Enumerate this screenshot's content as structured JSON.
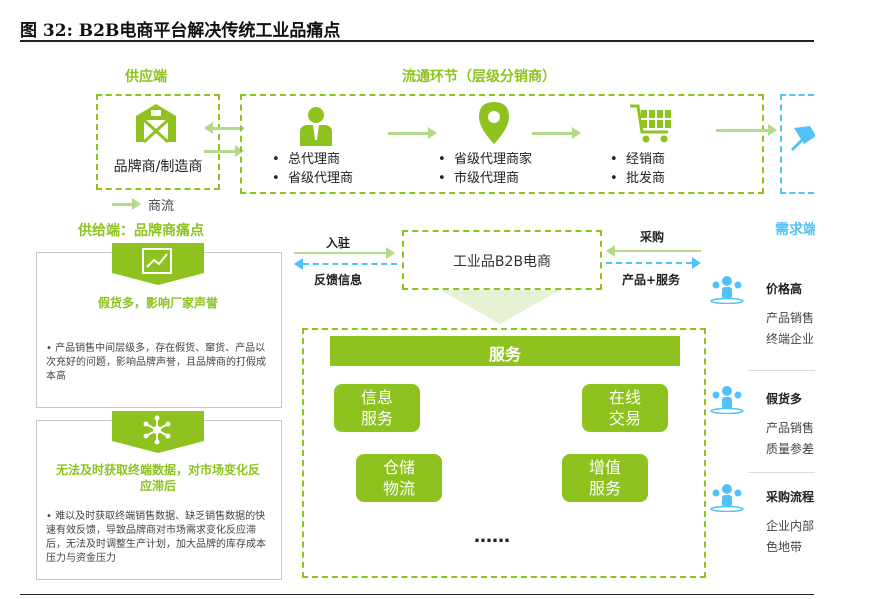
{
  "title": "图  32:  B2B电商平台解决传统工业品痛点",
  "supply": {
    "header": "供应端",
    "label": "品牌商/制造商",
    "flow_label": "商流"
  },
  "circulation": {
    "header": "流通环节（层级分销商）",
    "groups": [
      {
        "items": [
          "总代理商",
          "省级代理商"
        ]
      },
      {
        "items": [
          "省级代理商家",
          "市级代理商"
        ]
      },
      {
        "items": [
          "经销商",
          "批发商"
        ]
      }
    ]
  },
  "demand": {
    "header": "需求端"
  },
  "platform": {
    "label": "工业品B2B电商",
    "left_top": "入驻",
    "left_bottom": "反馈信息",
    "right_top": "采购",
    "right_bottom": "产品+服务"
  },
  "pain_section": {
    "header": "供给端：品牌商痛点",
    "panels": [
      {
        "head": "假货多，影响厂家声誉",
        "text": "产品销售中间层级多，存在假货、窜货、产品以次充好的问题，影响品牌声誉，且品牌商的打假成本高"
      },
      {
        "head": "无法及时获取终端数据，对市场变化反应滞后",
        "text": "难以及时获取终端销售数据、缺乏销售数据的快速有效反馈，导致品牌商对市场需求变化反应滞后，无法及时调整生产计划，加大品牌的库存成本压力与资金压力"
      }
    ]
  },
  "services": {
    "header": "服务",
    "items": [
      "信息\n服务",
      "在线\n交易",
      "仓储\n物流",
      "增值\n服务"
    ],
    "more": "……"
  },
  "demand_pains": [
    {
      "head": "价格高",
      "lines": [
        "产品销售",
        "终端企业"
      ]
    },
    {
      "head": "假货多",
      "lines": [
        "产品销售",
        "质量参差"
      ]
    },
    {
      "head": "采购流程",
      "lines": [
        "企业内部",
        "色地带"
      ]
    }
  ],
  "colors": {
    "accent": "#8dc21f",
    "demand": "#4fc3f7"
  }
}
